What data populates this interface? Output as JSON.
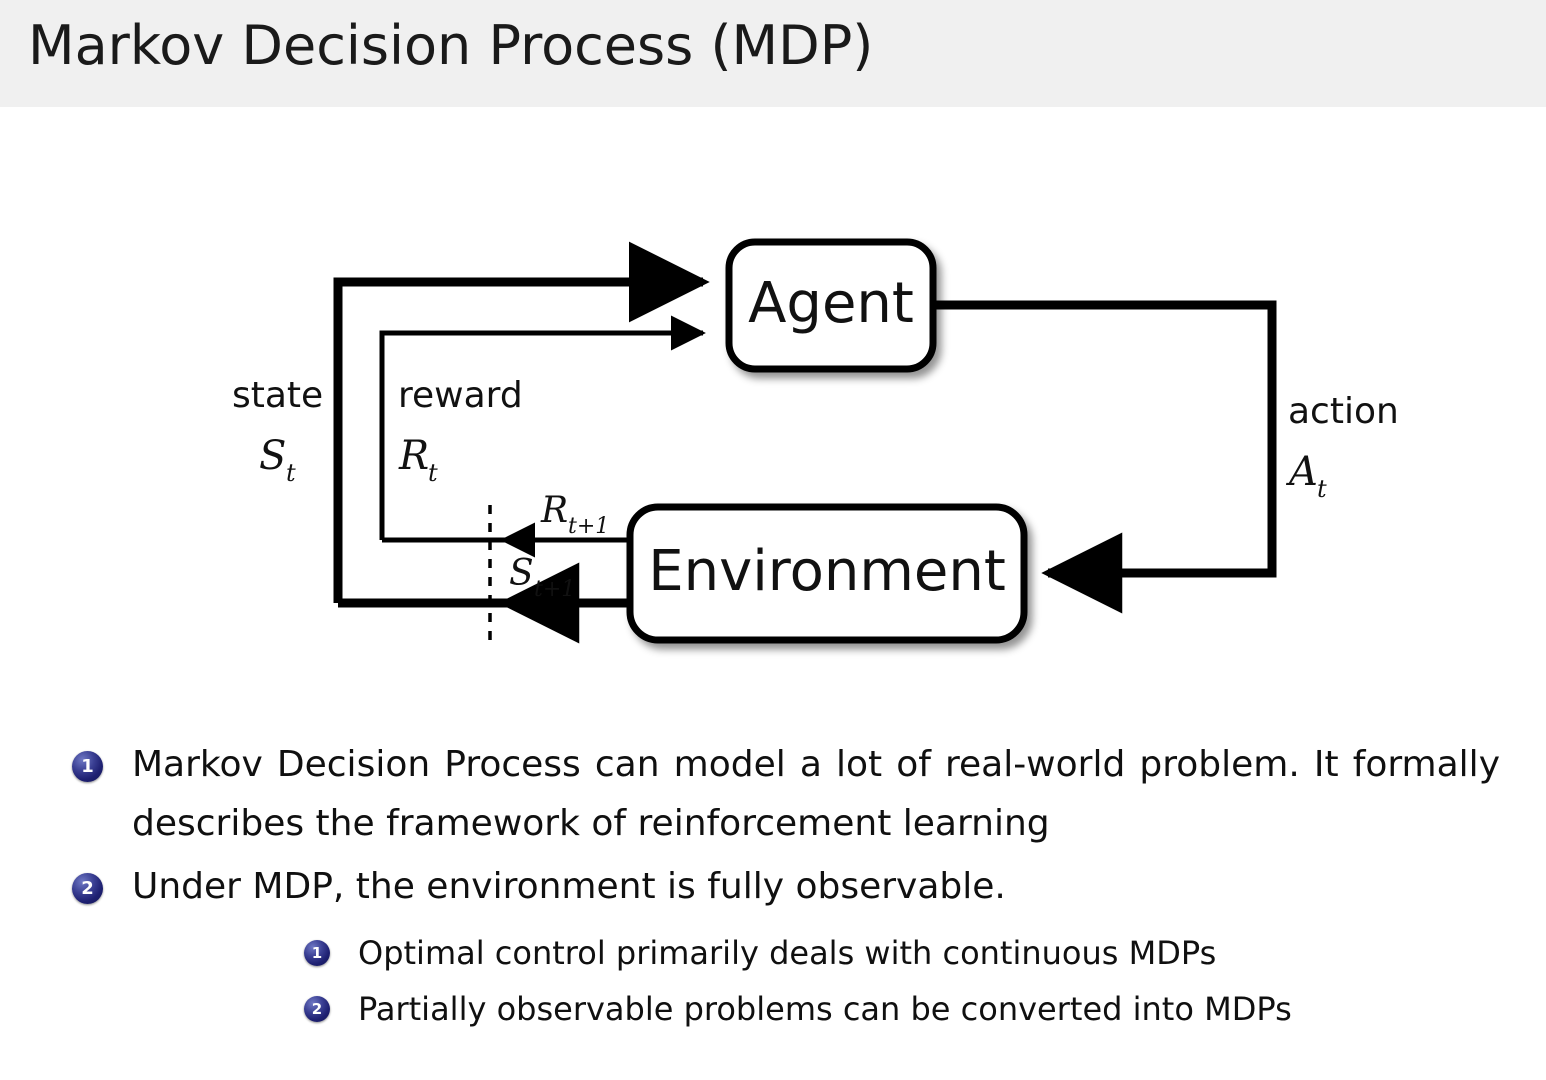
{
  "slide": {
    "title": "Markov Decision Process (MDP)",
    "header_bg": "#f0f0f0",
    "text_color": "#101010",
    "badge_color": "#252672"
  },
  "diagram": {
    "name": "agent-environment-interaction-loop",
    "nodes": [
      {
        "id": "agent",
        "label": "Agent"
      },
      {
        "id": "environment",
        "label": "Environment"
      }
    ],
    "edge_labels": {
      "state_word": "state",
      "state_symbol": "S",
      "state_sub": "t",
      "reward_word": "reward",
      "reward_symbol": "R",
      "reward_sub": "t",
      "action_word": "action",
      "action_symbol": "A",
      "action_sub": "t",
      "reward_next_symbol": "R",
      "reward_next_sub": "t+1",
      "state_next_symbol": "S",
      "state_next_sub": "t+1"
    }
  },
  "bullets": [
    {
      "number": "1",
      "text": "Markov Decision Process can model a lot of real-world problem. It formally describes the framework of reinforcement learning",
      "sub": []
    },
    {
      "number": "2",
      "text": "Under MDP, the environment is fully observable.",
      "sub": [
        {
          "number": "1",
          "text": "Optimal control primarily deals with continuous MDPs"
        },
        {
          "number": "2",
          "text": "Partially observable problems can be converted into MDPs"
        }
      ]
    }
  ]
}
